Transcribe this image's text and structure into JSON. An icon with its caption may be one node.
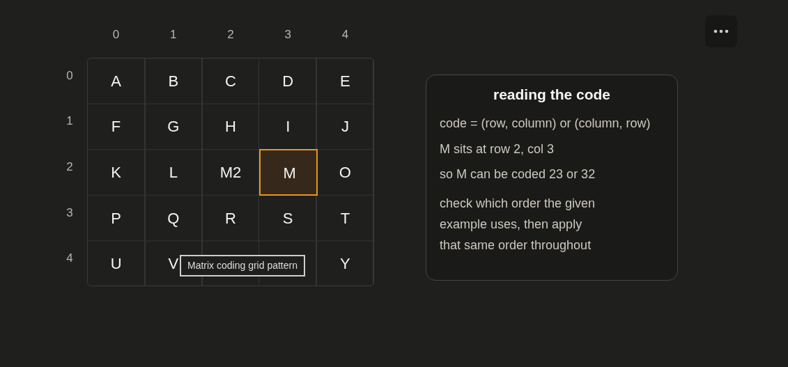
{
  "diagram": {
    "nodes": [
      {
        "text": [
          "reading the code",
          "code = (row, column) or (column, row)",
          "M sits at row 2, col 3",
          "so M can be coded 23 or 32",
          "check which order the given example uses, then apply that same order throughout"
        ]
      }
    ],
    "labels": [
      "0",
      "1",
      "2",
      "3",
      "4",
      "0",
      "A",
      "B",
      "C",
      "D",
      "E",
      "1",
      "F",
      "G",
      "H",
      "I",
      "J",
      "2",
      "K",
      "L",
      "M2",
      "M",
      "O",
      "3",
      "P",
      "Q",
      "R",
      "S",
      "T",
      "4",
      "U",
      "V",
      "Matrix coding grid pattern",
      "Y"
    ]
  }
}
